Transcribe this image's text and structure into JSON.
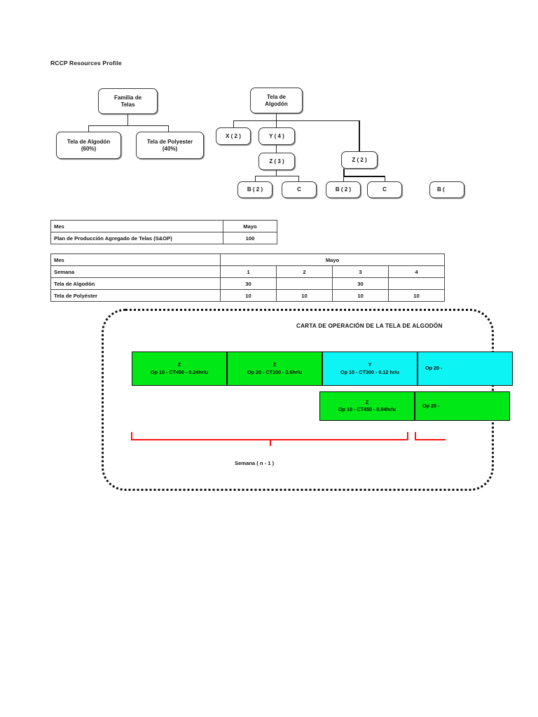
{
  "document": {
    "title": "RCCP Resources Profile"
  },
  "family_tree": {
    "root": "Familia de\nTelas",
    "root_line1": "Familia de",
    "root_line2": "Telas",
    "children": [
      {
        "line1": "Tela de Algodón",
        "line2": "(60%)"
      },
      {
        "line1": "Tela de Polyester",
        "line2": "(40%)"
      }
    ]
  },
  "bom_tree": {
    "root_line1": "Tela de",
    "root_line2": "Algodón",
    "level1": [
      {
        "label": "X ( 2 )"
      },
      {
        "label": "Y ( 4 )"
      },
      {
        "label": "Z ( 2 )"
      }
    ],
    "level2": [
      {
        "label": "Z ( 3 )"
      }
    ],
    "level3_left": [
      {
        "label": "B ( 2 )"
      },
      {
        "label": "C"
      }
    ],
    "level3_right": [
      {
        "label": "B ( 2 )"
      },
      {
        "label": "C"
      }
    ],
    "cutoff": {
      "label": "B ("
    }
  },
  "table_sop": {
    "rows": [
      {
        "label": "Mes",
        "value": "Mayo"
      },
      {
        "label": "Plan de Producción Agregado de Telas (S&OP)",
        "value": "100"
      }
    ]
  },
  "table_weekly": {
    "month_label": "Mes",
    "month_value": "Mayo",
    "week_label": "Semana",
    "weeks": [
      "1",
      "2",
      "3",
      "4"
    ],
    "rows": [
      {
        "label": "Tela de Algodón",
        "values": [
          "30",
          "",
          "30",
          ""
        ]
      },
      {
        "label": "Tela de Polyéster",
        "values": [
          "10",
          "10",
          "10",
          "10"
        ]
      }
    ]
  },
  "operation_chart": {
    "title": "CARTA DE OPERACIÓN DE LA TELA DE ALGODÓN",
    "colors": {
      "green": "#00E816",
      "cyan": "#0DF4F4",
      "bracket_red": "#FF1010",
      "border": "#111111"
    },
    "row1": [
      {
        "item": "Z",
        "detail": "Op 10 - CT450 - 0.24hr/u",
        "color": "green"
      },
      {
        "item": "Z",
        "detail": "Op 20 - CT100 - 0.6hr/u",
        "color": "green"
      },
      {
        "item": "Y",
        "detail": "Op 10 - CT300 - 0.12 hr/u",
        "color": "cyan"
      },
      {
        "item": "",
        "detail": "Op 20 -",
        "color": "cyan"
      }
    ],
    "row2": [
      {
        "item": "Z",
        "detail": "Op 10 - CT450 - 0.04hr/u",
        "color": "green"
      },
      {
        "item": "",
        "detail": "Op 20 -",
        "color": "green"
      }
    ],
    "bracket_label": "Semana ( n - 1 )"
  }
}
